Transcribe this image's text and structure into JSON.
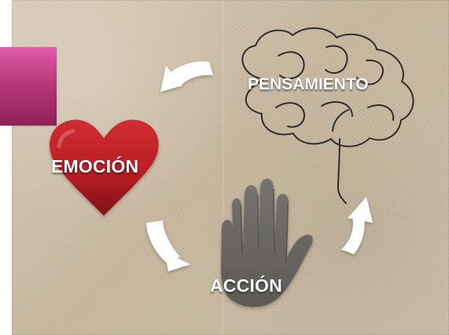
{
  "diagram": {
    "labels": {
      "emotion": "EMOCIÓN",
      "thought": "PENSAMIENTO",
      "action": "ACCIÓN"
    },
    "icons": {
      "emotion": "heart-icon",
      "thought": "brain-icon",
      "action": "hand-icon",
      "cycle": "curved-arrow-icon"
    },
    "colors": {
      "background": "#cdbfaa",
      "heart": "#b71d22",
      "hand": "#6f6c68",
      "arrow": "#ffffff",
      "tab": "#c03b80"
    }
  }
}
